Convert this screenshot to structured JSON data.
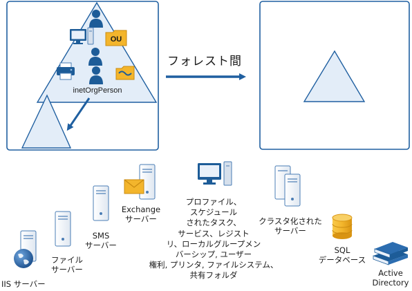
{
  "colors": {
    "panel_border": "#1f5fa0",
    "triangle_fill": "#e3edf8",
    "triangle_stroke": "#1f5fa0",
    "arrow": "#1f5fa0",
    "server_body": "#f2f5f9",
    "server_stroke": "#4a7db5",
    "folder": "#f3b52c",
    "user": "#1d5c98",
    "monitor": "#1d5c98",
    "database": "#f3b52c"
  },
  "source_forest": {
    "ou_label": "OU",
    "object_label": "inetOrgPerson",
    "icons": [
      "computer-icon",
      "user-icon",
      "ou-folder-icon",
      "printer-icon",
      "user-icon",
      "shared-folder-icon"
    ]
  },
  "migration": {
    "label": "フォレスト間"
  },
  "resources": {
    "iis": {
      "label": "IIS サーバー",
      "icon": "iis-server-icon"
    },
    "file": {
      "label_line1": "ファイル",
      "label_line2": "サーバー",
      "icon": "file-server-icon"
    },
    "sms": {
      "label_line1": "SMS",
      "label_line2": "サーバー",
      "icon": "sms-server-icon"
    },
    "exchange": {
      "label_line1": "Exchange",
      "label_line2": "サーバー",
      "icon": "exchange-server-icon"
    },
    "profiles": {
      "lines": [
        "プロファイル、",
        "スケジュール",
        "されたタスク、",
        "サービス、レジスト",
        "リ、ローカルグループメン",
        "バーシップ, ユーザー",
        "権利, プリンタ, ファイルシステム、",
        "共有フォルダ"
      ],
      "icon": "workstation-icon"
    },
    "cluster": {
      "label_line1": "クラスタ化された",
      "label_line2": "サーバー",
      "icon": "cluster-server-icon"
    },
    "sql": {
      "label_line1": "SQL",
      "label_line2": "データベース",
      "icon": "database-icon"
    },
    "ad": {
      "label_line1": "Active",
      "label_line2": "Directory",
      "icon": "books-icon"
    }
  }
}
